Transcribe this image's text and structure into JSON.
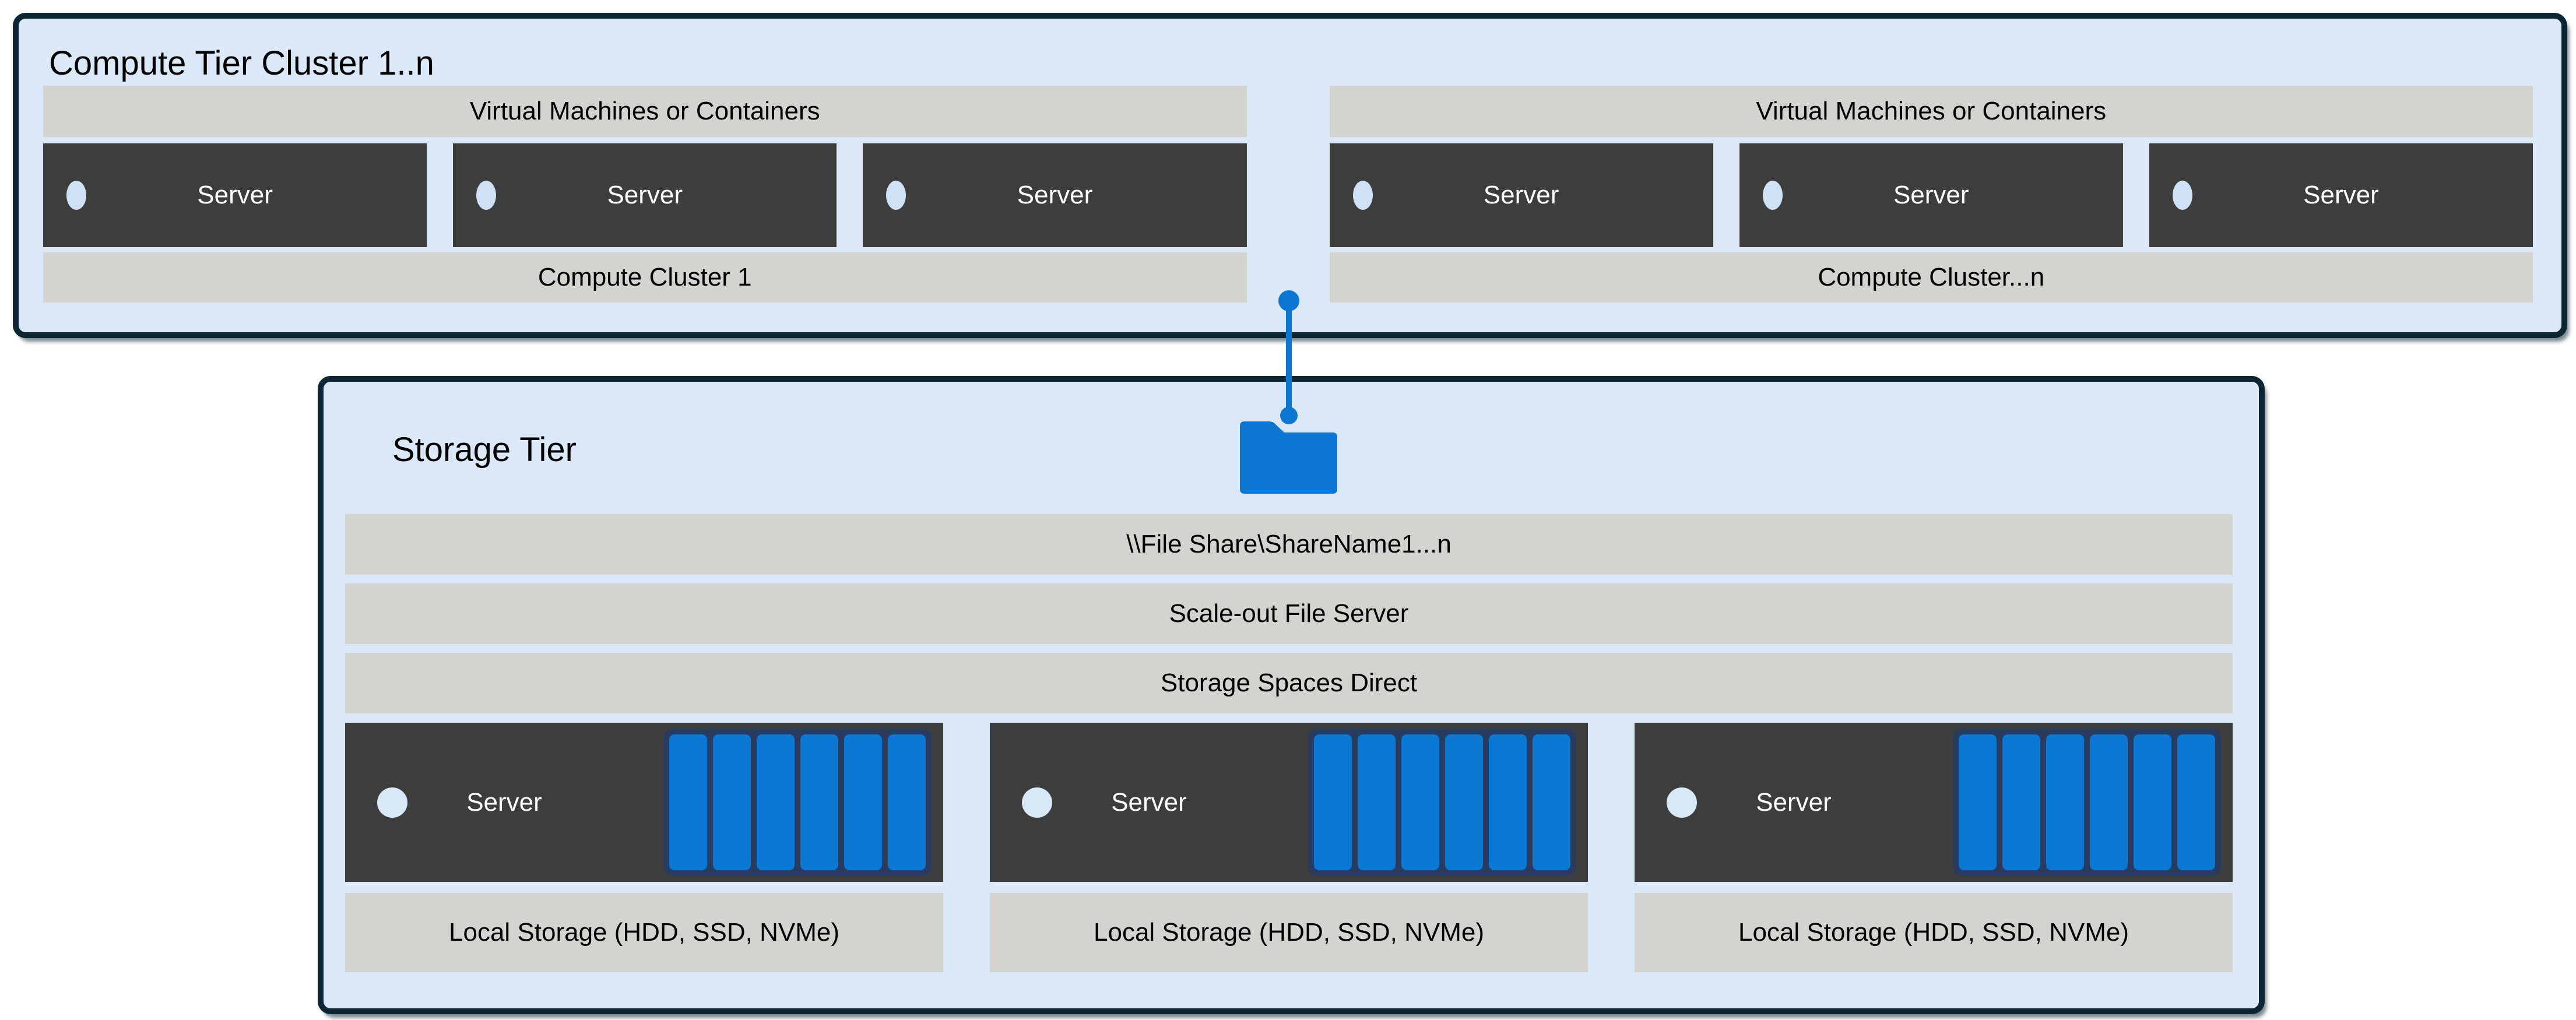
{
  "compute_tier": {
    "title": "Compute Tier Cluster 1..n",
    "clusters": [
      {
        "header": "Virtual Machines or Containers",
        "servers": [
          "Server",
          "Server",
          "Server"
        ],
        "footer": "Compute Cluster 1"
      },
      {
        "header": "Virtual Machines or Containers",
        "servers": [
          "Server",
          "Server",
          "Server"
        ],
        "footer": "Compute Cluster...n"
      }
    ]
  },
  "storage_tier": {
    "title": "Storage Tier",
    "file_share_label": "\\\\File Share\\ShareName1...n",
    "scale_out_label": "Scale-out File Server",
    "spaces_direct_label": "Storage Spaces Direct",
    "servers": [
      {
        "label": "Server",
        "disk_count": 6
      },
      {
        "label": "Server",
        "disk_count": 6
      },
      {
        "label": "Server",
        "disk_count": 6
      }
    ],
    "local_storage_labels": [
      "Local Storage (HDD, SSD, NVMe)",
      "Local Storage (HDD, SSD, NVMe)",
      "Local Storage (HDD, SSD, NVMe)"
    ]
  },
  "icons": {
    "folder": "folder-icon",
    "connector": "compute-to-storage-link"
  },
  "colors": {
    "page_background": "#ffffff",
    "tier_fill": "#dbe8f7",
    "tier_border": "#0d2634",
    "bar_gray": "#d5d3d0",
    "server_dark": "#3e3d3d",
    "accent_blue": "#0b77d3",
    "disk_slat_blue": "#0b78d4",
    "disk_frame_navy": "#293c5f"
  }
}
